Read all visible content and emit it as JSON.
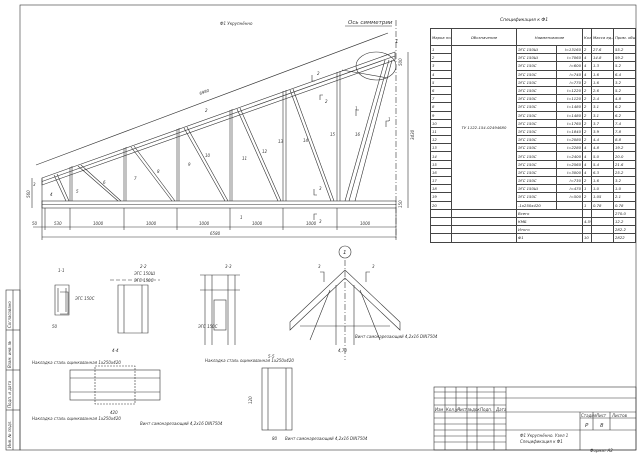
{
  "drawing": {
    "title": "Ф1 Укрупнённо",
    "axis_label": "Ось симметрии",
    "dims": {
      "top_chord": "6980",
      "height": "3430",
      "left_height": "560",
      "offsets": [
        "50",
        "530",
        "1000",
        "1000",
        "1000",
        "1000",
        "1000",
        "1000"
      ],
      "total": "6580",
      "top_node": "500",
      "bottom_node": "150"
    },
    "member_marks": [
      "1",
      "2",
      "3",
      "4",
      "5",
      "6",
      "7",
      "8",
      "9",
      "10",
      "11",
      "12",
      "13",
      "14",
      "15",
      "16"
    ],
    "section_marks": [
      "1",
      "2",
      "3"
    ],
    "node_callout": "1",
    "sections": {
      "s1": "1-1",
      "s2": "2-2",
      "s3": "3-3",
      "s4": "4-4",
      "s5": "5-5"
    },
    "notes": {
      "profile_a": "ЭГС 150Ш",
      "profile_b": "ЭГС 150С",
      "plate": "Накладка сталь оцинкованная 1х250х420",
      "screw": "Винт самонарезающий 4,2х16 DIN7504",
      "plate2": "Накладка сталь оцинкованная 1х250х420",
      "screw2": "Винт самонарезающий 4,2х16 DIN7504",
      "dim_420": "420",
      "dim_4_70": "4,70",
      "dim_80": "80",
      "dim_120": "120",
      "dim_50": "50"
    }
  },
  "spec": {
    "title": "Спецификация к Ф1",
    "headers": [
      "Марка поз.",
      "Обозначение",
      "Наименование",
      "",
      "Кол.",
      "Масса ед.кг",
      "Прим. общ.масса"
    ],
    "designation": "ТУ 1122-154-02494680",
    "rows": [
      [
        "1",
        "ЭГС 150Ш",
        "l=13160",
        "2",
        "27.6",
        "55.2"
      ],
      [
        "2",
        "ЭГС 150Ш",
        "l=7060",
        "4",
        "14.8",
        "59.2"
      ],
      [
        "3",
        "ЭГС 150С",
        "l=600",
        "4",
        "1.3",
        "5.2"
      ],
      [
        "4",
        "ЭГС 150С",
        "l=740",
        "4",
        "1.6",
        "6.4"
      ],
      [
        "5",
        "ЭГС 150С",
        "l=770",
        "2",
        "1.6",
        "3.2"
      ],
      [
        "6",
        "ЭГС 150С",
        "l=1220",
        "2",
        "2.6",
        "5.2"
      ],
      [
        "7",
        "ЭГС 150С",
        "l=1120",
        "2",
        "2.4",
        "4.8"
      ],
      [
        "8",
        "ЭГС 150С",
        "l=1480",
        "2",
        "3.1",
        "6.2"
      ],
      [
        "9",
        "ЭГС 150С",
        "l=1480",
        "2",
        "3.1",
        "6.2"
      ],
      [
        "10",
        "ЭГС 150С",
        "l=1760",
        "2",
        "3.7",
        "7.4"
      ],
      [
        "11",
        "ЭГС 150С",
        "l=1840",
        "2",
        "3.9",
        "7.8"
      ],
      [
        "12",
        "ЭГС 150С",
        "l=2080",
        "2",
        "4.4",
        "8.8"
      ],
      [
        "13",
        "ЭГС 150С",
        "l=2280",
        "4",
        "4.8",
        "19.2"
      ],
      [
        "14",
        "ЭГС 150С",
        "l=2400",
        "4",
        "5.0",
        "20.0"
      ],
      [
        "15",
        "ЭГС 150С",
        "l=2560",
        "4",
        "5.4",
        "21.6"
      ],
      [
        "16",
        "ЭГС 150С",
        "l=3000",
        "4",
        "6.3",
        "25.2"
      ],
      [
        "17",
        "ЭГС 150С",
        "l=730",
        "2",
        "1.6",
        "3.2"
      ],
      [
        "18",
        "ЭГС 150Ш",
        "l=470",
        "1",
        "1.0",
        "1.0"
      ],
      [
        "19",
        "ЭГС 150С",
        "l=500",
        "2",
        "1.05",
        "2.1"
      ],
      [
        "20",
        "-1х250х420",
        "",
        "1",
        "0.78",
        "0.78"
      ]
    ],
    "totals": [
      {
        "name": "Всего",
        "qty": "",
        "value": "270.0"
      },
      {
        "name": "КМБ",
        "qty": "4.5%",
        "value": "12.2"
      },
      {
        "name": "Итого",
        "qty": "",
        "value": "282.2"
      },
      {
        "name": "Ф1",
        "qty": "10",
        "value": "2822"
      }
    ]
  },
  "titleblock": {
    "cols": [
      "Изм",
      "Кол.уч",
      "Лист",
      "№док",
      "Подп.",
      "Дата"
    ],
    "stage_label": "Стадия",
    "sheet_label": "Лист",
    "sheets_label": "Листов",
    "stage": "Р",
    "sheet": "8",
    "caption1": "Ф1 Укрупнённо. Узел 1",
    "caption2": "Спецификация к Ф1",
    "format": "Формат   А2"
  },
  "stamp": [
    "Инв. № подл.",
    "Подп. и дата",
    "Взам. инв. №",
    "Согласовано"
  ]
}
